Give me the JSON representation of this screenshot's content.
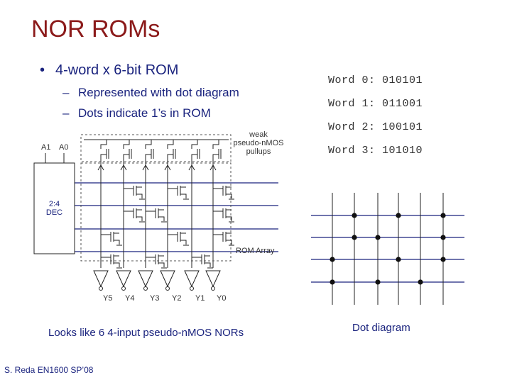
{
  "slide": {
    "title": "NOR ROMs",
    "bullet": "4-word x 6-bit ROM",
    "bullet_marker": "•",
    "sub_marker": "–",
    "sub_bullets": [
      "Represented with dot diagram",
      "Dots indicate 1’s in ROM"
    ],
    "footer": "S. Reda EN1600 SP’08"
  },
  "words": [
    {
      "label": "Word 0:",
      "bits": "010101"
    },
    {
      "label": "Word 1:",
      "bits": "011001"
    },
    {
      "label": "Word 2:",
      "bits": "100101"
    },
    {
      "label": "Word 3:",
      "bits": "101010"
    }
  ],
  "schematic": {
    "address_labels": [
      "A1",
      "A0"
    ],
    "decoder_label": [
      "2:4",
      "DEC"
    ],
    "pullup_label": [
      "weak",
      "pseudo-nMOS",
      "pullups"
    ],
    "array_label": "ROM Array",
    "outputs": [
      "Y5",
      "Y4",
      "Y3",
      "Y2",
      "Y1",
      "Y0"
    ],
    "caption": "Looks like 6 4-input pseudo-nMOS NORs"
  },
  "dot_diagram": {
    "caption": "Dot diagram",
    "rows": 4,
    "cols": 6
  },
  "colors": {
    "title": "#8b1a1a",
    "text": "#1a237e",
    "wordline": "#1a237e",
    "circuit": "#222222"
  }
}
